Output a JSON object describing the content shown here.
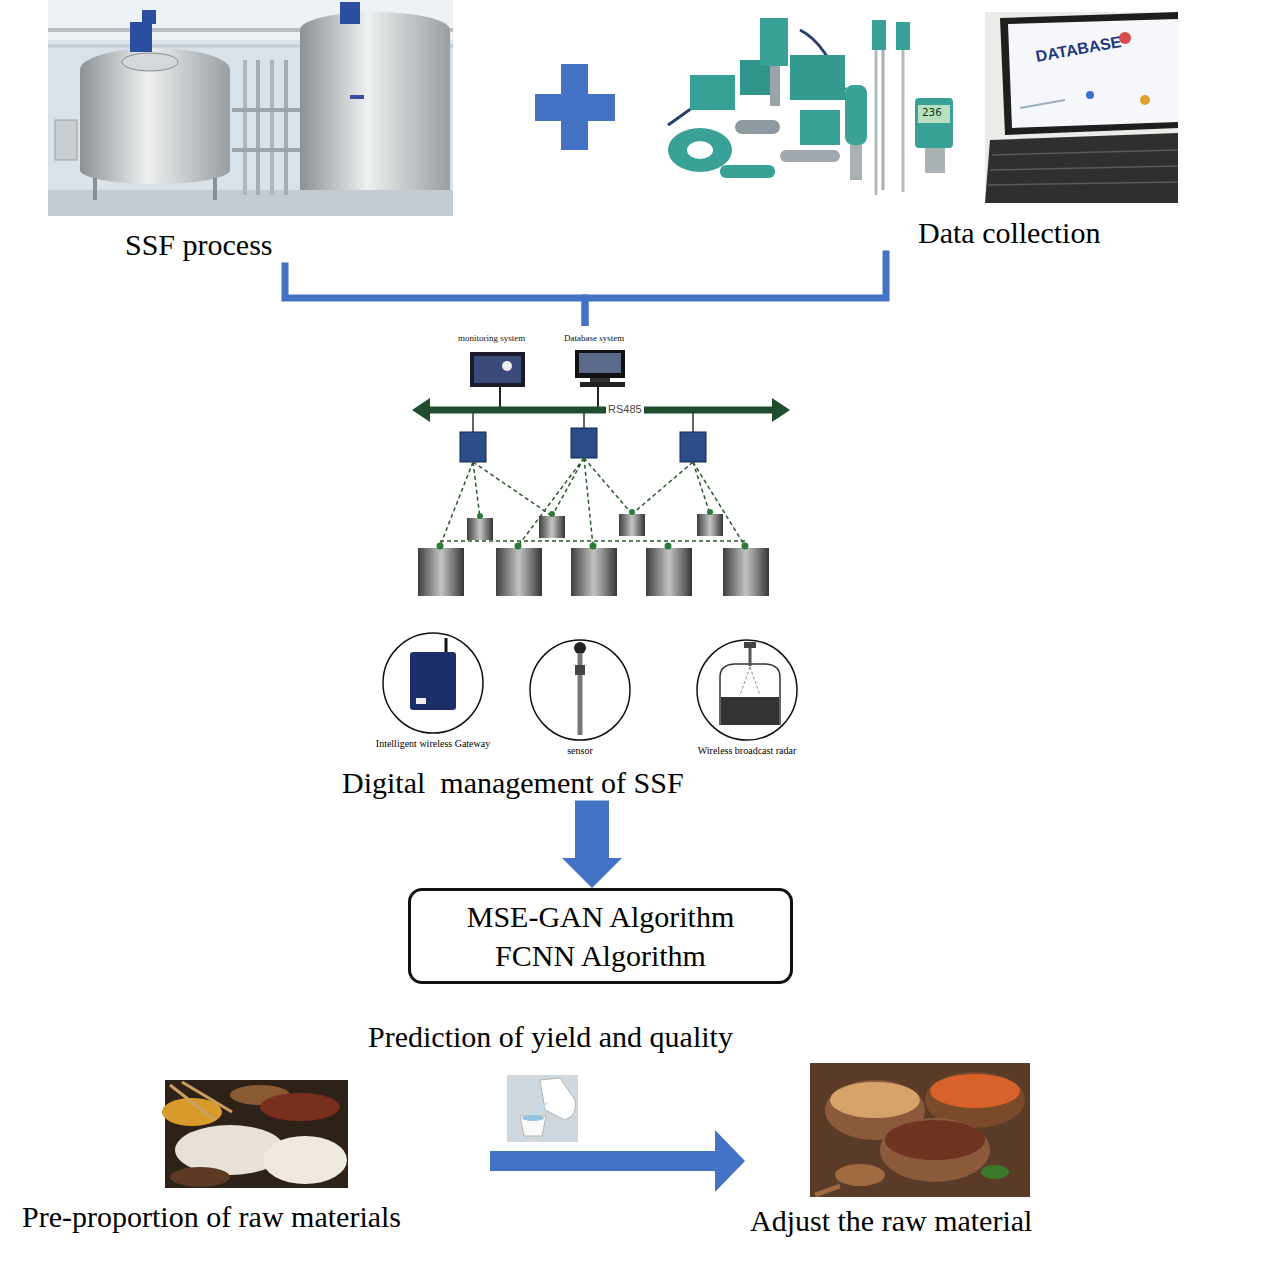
{
  "diagram": {
    "nodes": [
      {
        "text": [
          "SSF process"
        ]
      },
      {
        "text": [
          "Data collection"
        ]
      },
      {
        "text": [
          "Digital  management of SSF"
        ]
      },
      {
        "text": [
          "Intelligent wireless Gateway"
        ],
        "in": 2
      },
      {
        "text": [
          "sensor"
        ],
        "in": 2
      },
      {
        "text": [
          "Wireless broadcast radar"
        ],
        "in": 2
      },
      {
        "text": [
          "MSE-GAN Algorithm",
          "FCNN Algorithm"
        ]
      },
      {
        "text": [
          "Pre-proportion of raw materials"
        ]
      },
      {
        "text": [
          "Adjust the raw material"
        ]
      }
    ],
    "edges": [
      {
        "from": 0,
        "to": 2,
        "arrow": "none"
      },
      {
        "from": 1,
        "to": 2,
        "arrow": "none"
      },
      {
        "from": 2,
        "to": 6,
        "arrow": "to"
      },
      {
        "from": 7,
        "to": 8,
        "arrow": "to"
      }
    ],
    "labels": [
      "236",
      "DATABASE",
      "monitoring system",
      "Database system",
      "RS485",
      "Prediction of yield and quality"
    ]
  }
}
